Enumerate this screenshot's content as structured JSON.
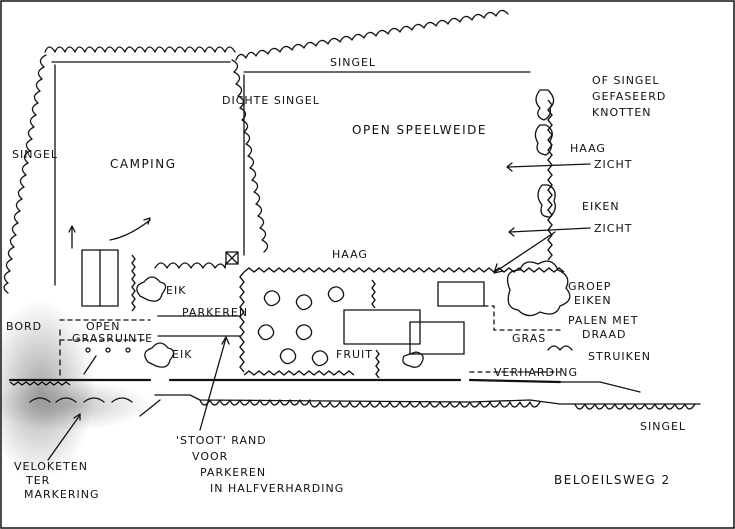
{
  "labels": {
    "singel_top": "SINGEL",
    "singel_left": "SINGEL",
    "dichte_singel": "DICHTE SINGEL",
    "camping": "CAMPING",
    "open_speelweide": "OPEN SPEELWEIDE",
    "of_singel": "OF SINGEL",
    "gefaseerd": "GEFASEERD",
    "knotten": "KNOTTEN",
    "haag_right": "HAAG",
    "zicht_1": "ZICHT",
    "eiken": "EIKEN",
    "zicht_2": "ZICHT",
    "haag_mid": "HAAG",
    "groep_eiken_1": "GROEP",
    "groep_eiken_2": "EIKEN",
    "palen_1": "PALEN MET",
    "palen_2": "DRAAD",
    "gras": "GRAS",
    "struiken": "STRUIKEN",
    "verharding": "VERHARDING",
    "singel_bottom": "SINGEL",
    "eik_1": "EIK",
    "eik_2": "EIK",
    "parkeren": "PARKEREN",
    "fruit": "FRUIT",
    "bord": "BORD",
    "open_1": "OPEN",
    "open_2": "GRASRUINTE",
    "velo_1": "VELOKETEN",
    "velo_2": "TER",
    "velo_3": "MARKERING",
    "stoot_1": "'STOOT' RAND",
    "stoot_2": "VOOR",
    "stoot_3": "PARKEREN",
    "stoot_4": "IN HALFVERHARDING",
    "address": "BELOEILSWEG 2"
  },
  "colors": {
    "ink": "#111111",
    "paper": "#ffffff",
    "shade": "#555555"
  }
}
